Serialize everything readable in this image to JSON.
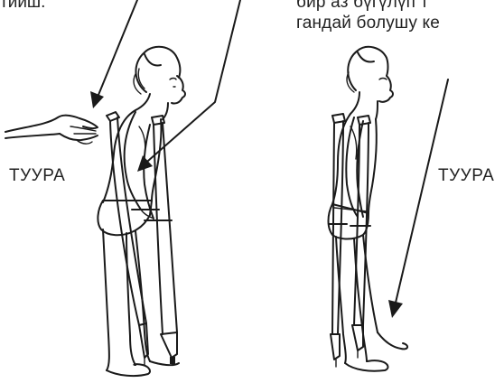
{
  "captions": {
    "left_fragment": "тииш.",
    "right_line1": "бир аз бүгүлүп т",
    "right_line2": "гандай болушу ке"
  },
  "labels": {
    "left": "ТУУРА",
    "right": "ТУУРА"
  },
  "colors": {
    "ink": "#1a1a1a",
    "background": "#ffffff"
  }
}
